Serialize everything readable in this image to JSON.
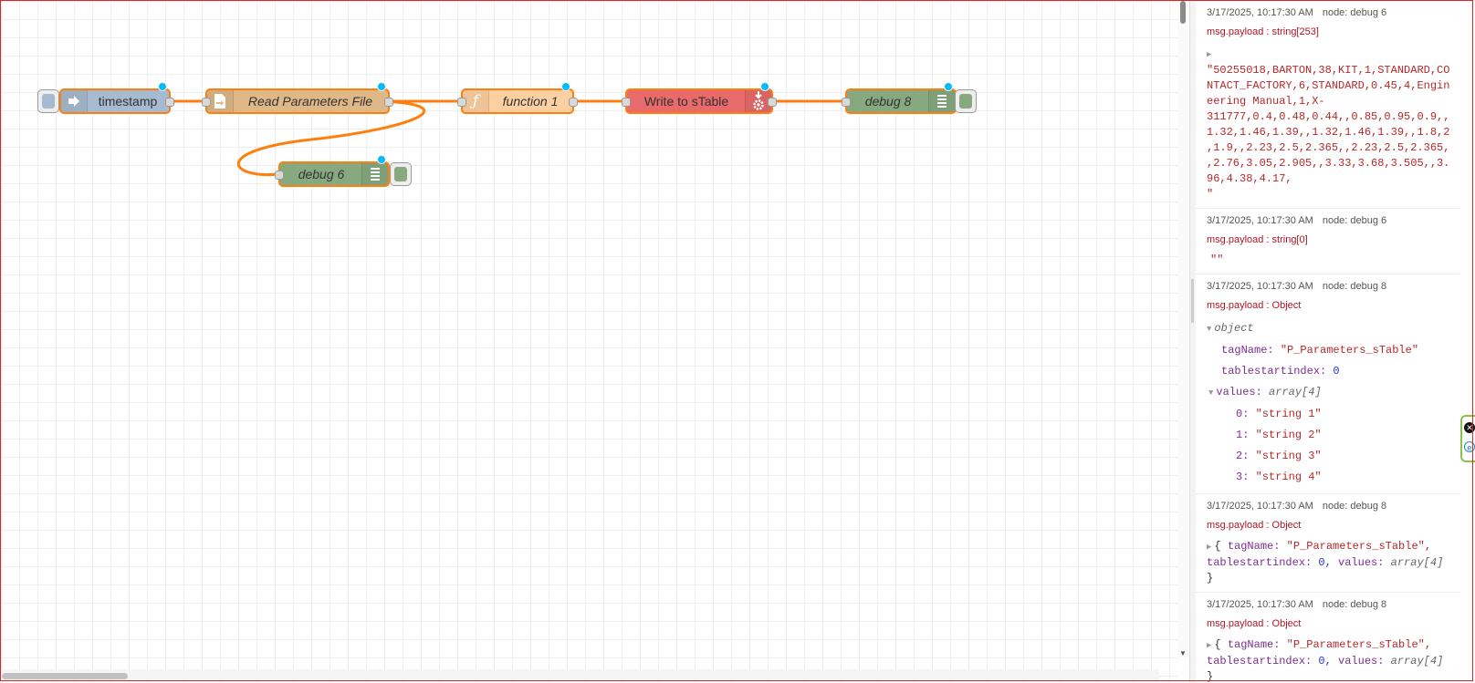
{
  "flow": {
    "nodes": {
      "timestamp": {
        "label": "timestamp",
        "color": "#a6bbcf",
        "icon": "inject-arrow-icon"
      },
      "read_file": {
        "label": "Read Parameters File",
        "color": "#deb887",
        "icon": "file-in-icon"
      },
      "function1": {
        "label": "function 1",
        "color": "#fdd0a2",
        "icon": "function-icon"
      },
      "write_stable": {
        "label": "Write to sTable",
        "color": "#e86a6a",
        "icon": "gear-download-icon"
      },
      "debug8": {
        "label": "debug 8",
        "color": "#87a980",
        "icon": "debug-list-icon"
      },
      "debug6": {
        "label": "debug 6",
        "color": "#87a980",
        "icon": "debug-list-icon"
      }
    },
    "wire_color": "#ff7f0e",
    "changed_marker_color": "#00bcff"
  },
  "debug": {
    "messages": [
      {
        "timestamp": "3/17/2025, 10:17:30 AM",
        "node": "node: debug 6",
        "payload_type": "msg.payload : string[253]",
        "string_lines": [
          "\"50255018,BARTON,38,KIT,1,STANDARD,CO",
          "NTACT_FACTORY,6,STANDARD,0.45,4,Engin",
          "eering Manual,1,X-",
          "311777,0.4,0.48,0.44,,0.85,0.95,0.9,,",
          "1.32,1.46,1.39,,1.32,1.46,1.39,,1.8,2",
          ",1.9,,2.23,2.5,2.365,,2.23,2.5,2.365,",
          ",2.76,3.05,2.905,,3.33,3.68,3.505,,3.",
          "96,4.38,4.17,",
          "\""
        ]
      },
      {
        "timestamp": "3/17/2025, 10:17:30 AM",
        "node": "node: debug 6",
        "payload_type": "msg.payload : string[0]",
        "value": "\"\""
      },
      {
        "timestamp": "3/17/2025, 10:17:30 AM",
        "node": "node: debug 8",
        "payload_type": "msg.payload : Object",
        "root_label": "object",
        "tagName_key": "tagName:",
        "tagName_val": "\"P_Parameters_sTable\"",
        "tablestartindex_key": "tablestartindex:",
        "tablestartindex_val": "0",
        "values_key": "values:",
        "values_type": "array[4]",
        "items": [
          {
            "idx": "0:",
            "val": "\"string 1\""
          },
          {
            "idx": "1:",
            "val": "\"string 2\""
          },
          {
            "idx": "2:",
            "val": "\"string 3\""
          },
          {
            "idx": "3:",
            "val": "\"string 4\""
          }
        ]
      },
      {
        "timestamp": "3/17/2025, 10:17:30 AM",
        "node": "node: debug 8",
        "payload_type": "msg.payload : Object",
        "open": "{",
        "tagName_key": "tagName:",
        "tagName_val": "\"P_Parameters_sTable\",",
        "tablestartindex_key": "tablestartindex:",
        "tablestartindex_val": "0,",
        "values_key": "values:",
        "values_type": "array[4]",
        "close": "}"
      },
      {
        "timestamp": "3/17/2025, 10:17:30 AM",
        "node": "node: debug 8",
        "payload_type": "msg.payload : Object",
        "open": "{",
        "tagName_key": "tagName:",
        "tagName_val": "\"P_Parameters_sTable\",",
        "tablestartindex_key": "tablestartindex:",
        "tablestartindex_val": "0,",
        "values_key": "values:",
        "values_type": "array[4]",
        "close": "}"
      }
    ]
  }
}
